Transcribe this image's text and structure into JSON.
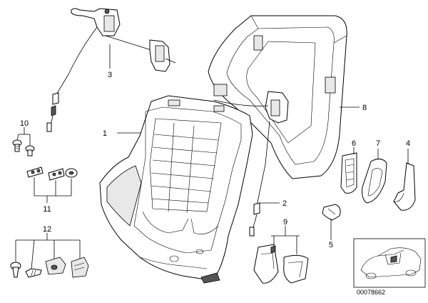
{
  "callouts": {
    "c1": "1",
    "c2": "2",
    "c3": "3",
    "c4": "4",
    "c5": "5",
    "c6": "6",
    "c7": "7",
    "c8": "8",
    "c9": "9",
    "c10": "10",
    "c11": "11",
    "c12": "12"
  },
  "image_code": "00078662"
}
